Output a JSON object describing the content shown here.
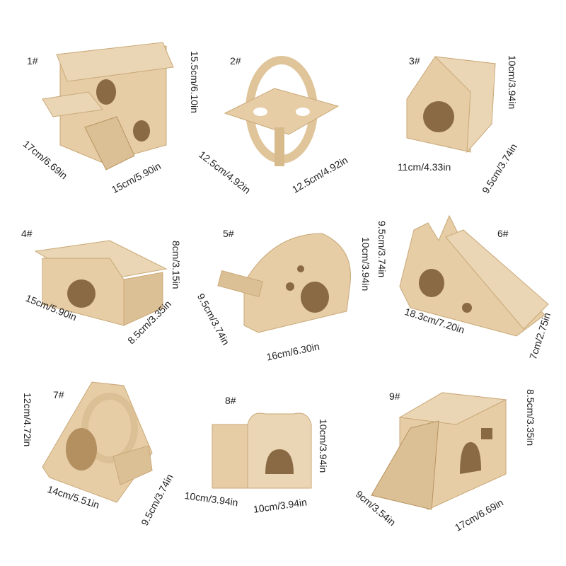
{
  "colors": {
    "wood": "#e6cda6",
    "wood_dark": "#c9a877",
    "hole": "#8a6a45"
  },
  "products": [
    {
      "id": "1#",
      "dims": [
        "15.5cm/6.10in",
        "17cm/6.69in",
        "15cm/5.90in"
      ]
    },
    {
      "id": "2#",
      "dims": [
        "12.5cm/4.92in",
        "12.5cm/4.92in"
      ]
    },
    {
      "id": "3#",
      "dims": [
        "10cm/3.94in",
        "11cm/4.33in",
        "9.5cm/3.74in"
      ]
    },
    {
      "id": "4#",
      "dims": [
        "8cm/3.15in",
        "15cm/5.90in",
        "8.5cm/3.35in"
      ]
    },
    {
      "id": "5#",
      "dims": [
        "9.5cm/3.74in",
        "10cm/3.94in",
        "9.5cm/3.74in",
        "16cm/6.30in"
      ]
    },
    {
      "id": "6#",
      "dims": [
        "18.3cm/7.20in",
        "7cm/2.75in"
      ]
    },
    {
      "id": "7#",
      "dims": [
        "12cm/4.72in",
        "14cm/5.51in",
        "9.5cm/3.74in"
      ]
    },
    {
      "id": "8#",
      "dims": [
        "10cm/3.94in",
        "10cm/3.94in",
        "10cm/3.94in"
      ]
    },
    {
      "id": "9#",
      "dims": [
        "8.5cm/3.35in",
        "9cm/3.54in",
        "17cm/6.69in"
      ]
    }
  ]
}
